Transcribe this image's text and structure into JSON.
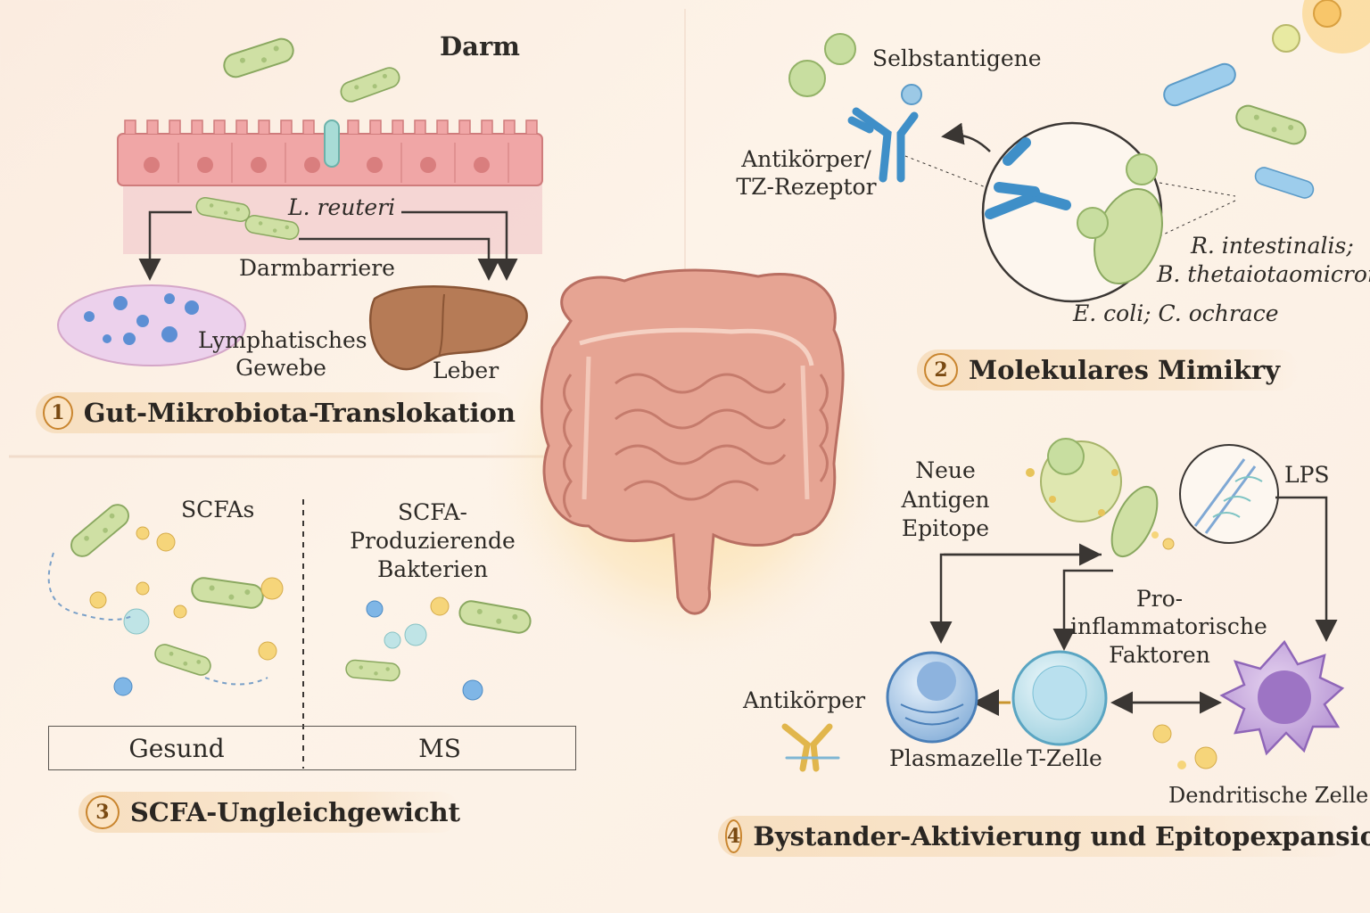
{
  "panel1": {
    "number": "1",
    "title": "Gut-Mikrobiota-Translokation",
    "darm": "Darm",
    "species": "L. reuteri",
    "barrier": "Darmbarriere",
    "lymph_line1": "Lymphatisches",
    "lymph_line2": "Gewebe",
    "liver": "Leber"
  },
  "panel2": {
    "number": "2",
    "title": "Molekulares Mimikry",
    "self_antigens": "Selbstantigene",
    "receptor_line1": "Antikörper/",
    "receptor_line2": "TZ-Rezeptor",
    "species_line1": "R. intestinalis;",
    "species_line2": "B. thetaiotaomicron;",
    "species_line3": "E. coli; C. ochrace"
  },
  "panel3": {
    "number": "3",
    "title": "SCFA-Ungleichgewicht",
    "scfas": "SCFAs",
    "producers_line1": "SCFA-",
    "producers_line2": "Produzierende",
    "producers_line3": "Bakterien",
    "healthy": "Gesund",
    "ms": "MS"
  },
  "panel4": {
    "number": "4",
    "title": "Bystander-Aktivierung und Epitopexpansion",
    "epitope_line1": "Neue",
    "epitope_line2": "Antigen",
    "epitope_line3": "Epitope",
    "lps": "LPS",
    "proinfl_line1": "Pro-",
    "proinfl_line2": "inflammatorische",
    "proinfl_line3": "Faktoren",
    "antibody": "Antikörper",
    "plasma_cell": "Plasmazelle",
    "t_cell": "T-Zelle",
    "dendritic_cell": "Dendritische Zelle"
  },
  "colors": {
    "bacteria_green": "#cfe0a4",
    "bacteria_blue": "#8cc4e6",
    "gut": "#e3a08f",
    "liver": "#b67b56",
    "accent_orange": "#c9852e"
  }
}
